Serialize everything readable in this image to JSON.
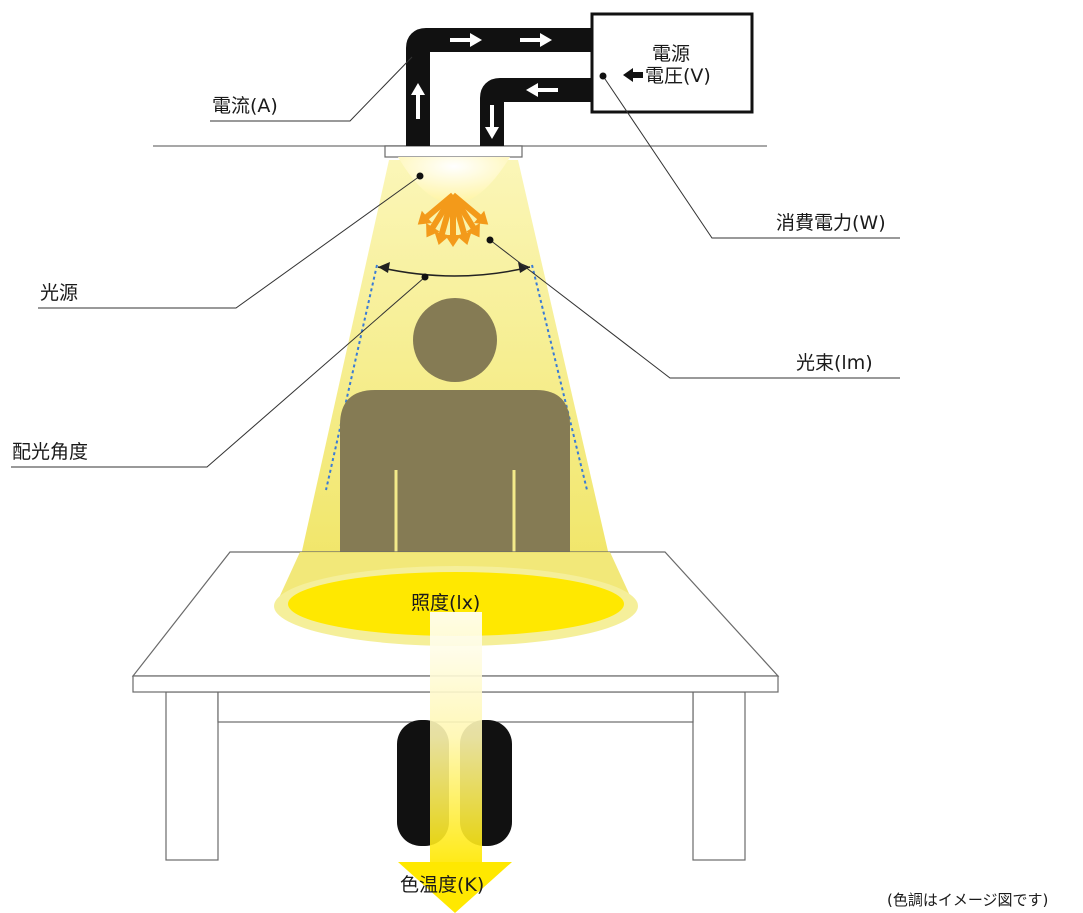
{
  "labels": {
    "power_supply": "電源",
    "voltage": "電圧(V)",
    "current": "電流(A)",
    "power_consumption": "消費電力(W)",
    "light_source": "光源",
    "luminous_flux": "光束(lm)",
    "beam_angle": "配光角度",
    "illuminance": "照度(lx)",
    "color_temperature": "色温度(K)"
  },
  "note": "(色調はイメージ図です)",
  "colors": {
    "light_beam": "#f3ea7a",
    "illuminated_area": "#ffe800",
    "arrow_orange": "#f39a1a",
    "person": "#857b54",
    "wire": "#111111",
    "dotted_edge": "#3a7bd5"
  }
}
